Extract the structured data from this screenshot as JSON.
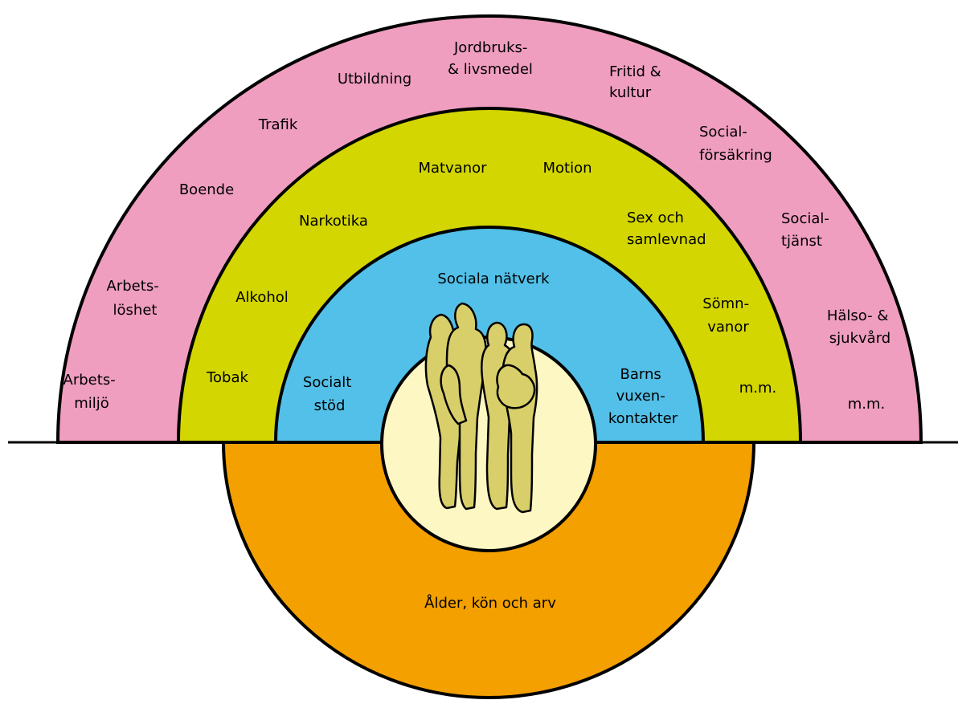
{
  "colors": {
    "outer_ring": "#f09ec0",
    "middle_ring": "#d3d600",
    "inner_ring": "#52c0e8",
    "core": "#fdf7c4",
    "bottom_half": "#f3a000",
    "figures": "#d9cf6a"
  },
  "core": {
    "icon": "family-figures-icon"
  },
  "outer_ring": {
    "labels": [
      {
        "id": "arbetsmiljo",
        "lines": [
          "Arbets-",
          "miljö"
        ]
      },
      {
        "id": "arbetsloshet",
        "lines": [
          "Arbets-",
          "löshet"
        ]
      },
      {
        "id": "boende",
        "lines": [
          "Boende"
        ]
      },
      {
        "id": "trafik",
        "lines": [
          "Trafik"
        ]
      },
      {
        "id": "utbildning",
        "lines": [
          "Utbildning"
        ]
      },
      {
        "id": "jordbruk",
        "lines": [
          "Jordbruks-",
          "& livsmedel"
        ]
      },
      {
        "id": "fritid",
        "lines": [
          "Fritid &",
          "kultur"
        ]
      },
      {
        "id": "socialforsakring",
        "lines": [
          "Social-",
          "försäkring"
        ]
      },
      {
        "id": "socialtjanst",
        "lines": [
          "Social-",
          "tjänst"
        ]
      },
      {
        "id": "halso",
        "lines": [
          "Hälso- &",
          "sjukvård"
        ]
      },
      {
        "id": "mm-outer",
        "lines": [
          "m.m."
        ]
      }
    ]
  },
  "middle_ring": {
    "labels": [
      {
        "id": "tobak",
        "lines": [
          "Tobak"
        ]
      },
      {
        "id": "alkohol",
        "lines": [
          "Alkohol"
        ]
      },
      {
        "id": "narkotika",
        "lines": [
          "Narkotika"
        ]
      },
      {
        "id": "matvanor",
        "lines": [
          "Matvanor"
        ]
      },
      {
        "id": "motion",
        "lines": [
          "Motion"
        ]
      },
      {
        "id": "sex",
        "lines": [
          "Sex och",
          "samlevnad"
        ]
      },
      {
        "id": "somnvanor",
        "lines": [
          "Sömn-",
          "vanor"
        ]
      },
      {
        "id": "mm-middle",
        "lines": [
          "m.m."
        ]
      }
    ]
  },
  "inner_ring": {
    "labels": [
      {
        "id": "socialt-stod",
        "lines": [
          "Socialt",
          "stöd"
        ]
      },
      {
        "id": "sociala-natverk",
        "lines": [
          "Sociala nätverk"
        ]
      },
      {
        "id": "barns-vuxenkontakter",
        "lines": [
          "Barns",
          "vuxen-",
          "kontakter"
        ]
      }
    ]
  },
  "bottom_half": {
    "label": "Ålder, kön och arv"
  }
}
